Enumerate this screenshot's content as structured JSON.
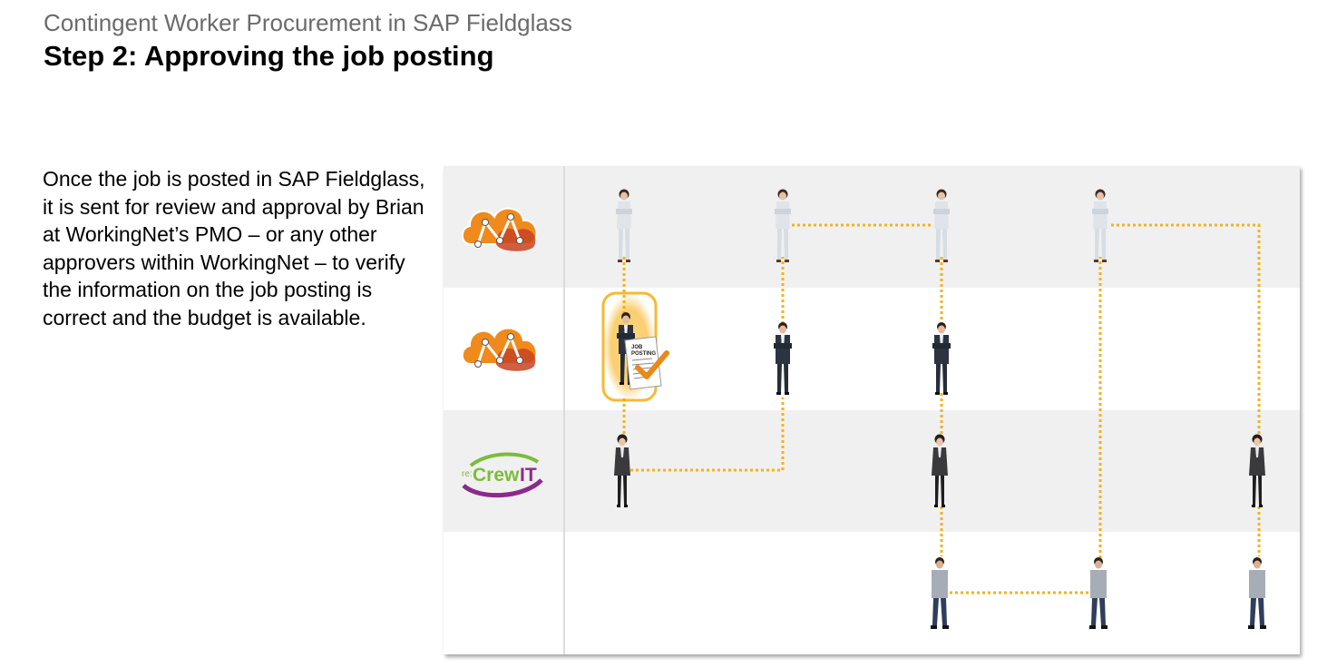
{
  "header": {
    "subtitle": "Contingent Worker Procurement in SAP Fieldglass",
    "title": "Step 2: Approving the job posting"
  },
  "description": "Once the job is posted in SAP Fieldglass, it is sent for review and approval by Brian at WorkingNet’s PMO – or any other approvers within WorkingNet – to verify the information on the job posting is correct and the budget is available.",
  "diagram": {
    "lanes": [
      {
        "id": "workingnet-1",
        "logo": "workingnet-cloud-logo-icon"
      },
      {
        "id": "workingnet-2",
        "logo": "workingnet-cloud-logo-icon"
      },
      {
        "id": "recrewit",
        "logo": "recrewit-logo-icon"
      },
      {
        "id": "candidates",
        "logo": ""
      }
    ],
    "document": {
      "line1": "JOB",
      "line2": "POSTING",
      "icon": "checkmark-icon"
    },
    "logo_text": {
      "re": "re:",
      "crew": "Crew",
      "it": "IT"
    },
    "colors": {
      "lane_gray": "#f0f0f0",
      "connector": "#f2b31c",
      "highlight": "#f5a800",
      "check": "#e8891a",
      "logo_orange": "#f08a1c",
      "logo_red": "#c94322",
      "logo_purple": "#8b2a8b",
      "logo_green": "#7dbb3a"
    }
  }
}
